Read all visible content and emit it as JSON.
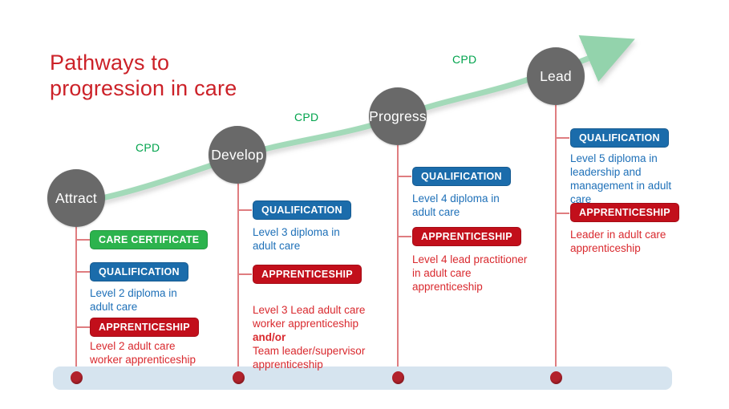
{
  "title": "Pathways to\nprogression in care",
  "colors": {
    "title_red": "#cc2128",
    "cpd_green": "#00a34c",
    "curve_green": "#a3dab9",
    "circle_gray": "#696969",
    "badge_green": "#2cb34d",
    "badge_blue": "#1b6cab",
    "badge_red": "#c20f1b",
    "text_blue": "#1e70b8",
    "text_red": "#d9292e",
    "timeline_blue": "#d6e4ef",
    "dot_red": "#b2222c",
    "connector_red": "#df7d80"
  },
  "cpd_labels": [
    {
      "label": "CPD"
    },
    {
      "label": "CPD"
    },
    {
      "label": "CPD"
    }
  ],
  "stages": [
    {
      "label": "Attract",
      "care_certificate_badge": "CARE CERTIFICATE",
      "qualification_badge": "QUALIFICATION",
      "qualification_desc": "Level 2 diploma in\nadult care",
      "apprenticeship_badge": "APPRENTICESHIP",
      "apprenticeship_desc": "Level 2 adult care\nworker apprenticeship"
    },
    {
      "label": "Develop",
      "qualification_badge": "QUALIFICATION",
      "qualification_desc": "Level 3 diploma in\nadult care",
      "apprenticeship_badge": "APPRENTICESHIP",
      "apprenticeship_desc_1": "Level 3 Lead adult care\nworker apprenticeship",
      "apprenticeship_desc_bold": "and/or",
      "apprenticeship_desc_2": "Team leader/supervisor\napprenticeship"
    },
    {
      "label": "Progress",
      "qualification_badge": "QUALIFICATION",
      "qualification_desc": "Level 4 diploma in\nadult care",
      "apprenticeship_badge": "APPRENTICESHIP",
      "apprenticeship_desc": "Level 4 lead practitioner\nin adult care\napprenticeship"
    },
    {
      "label": "Lead",
      "qualification_badge": "QUALIFICATION",
      "qualification_desc": "Level 5 diploma in\nleadership and\nmanagement in adult\ncare",
      "apprenticeship_badge": "APPRENTICESHIP",
      "apprenticeship_desc": "Leader in adult care\napprenticeship"
    }
  ]
}
